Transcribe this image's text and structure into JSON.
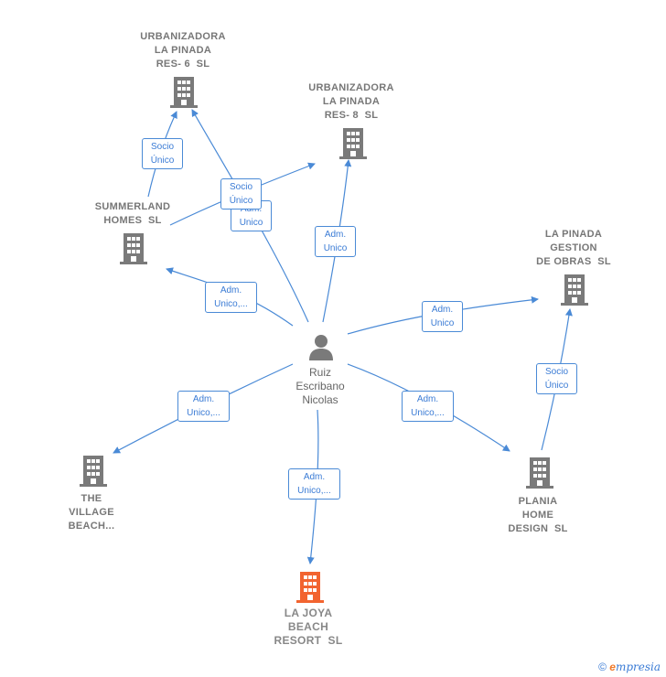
{
  "nodes": {
    "urb6": {
      "label": "URBANIZADORA\nLA PINADA\nRES- 6  SL"
    },
    "urb8": {
      "label": "URBANIZADORA\nLA PINADA\nRES- 8  SL"
    },
    "summerland": {
      "label": "SUMMERLAND\nHOMES  SL"
    },
    "gestion": {
      "label": "LA PINADA\nGESTION\nDE OBRAS  SL"
    },
    "person": {
      "label": "Ruiz\nEscribano\nNicolas"
    },
    "village": {
      "label": "THE\nVILLAGE\nBEACH..."
    },
    "plania": {
      "label": "PLANIA\nHOME\nDESIGN  SL"
    },
    "joya": {
      "label": "LA JOYA\nBEACH\nRESORT  SL"
    }
  },
  "edges": {
    "summerland_urb6": "Socio\nÚnico",
    "summerland_urb8": "Socio\nÚnico",
    "person_urb6": "Adm.\nUnico",
    "person_urb8": "Adm.\nUnico",
    "person_summerland": "Adm.\nUnico,...",
    "person_gestion": "Adm.\nUnico",
    "person_village": "Adm.\nUnico,...",
    "person_plania": "Adm.\nUnico,...",
    "person_joya": "Adm.\nUnico,...",
    "plania_gestion": "Socio\nÚnico"
  },
  "colors": {
    "edge": "#4a8ad6",
    "building": "#7a7a7a",
    "focus_building": "#f26430",
    "person": "#7a7a7a"
  },
  "footer": {
    "copyright_symbol": "©",
    "brand_initial": "e",
    "brand_rest": "mpresia"
  }
}
